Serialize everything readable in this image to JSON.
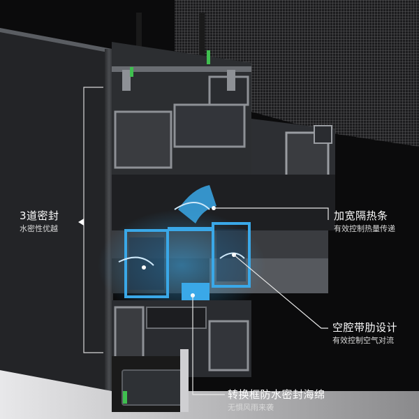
{
  "callouts": {
    "seal": {
      "title": "3道密封",
      "subtitle": "水密性优越"
    },
    "strip": {
      "title": "加宽隔热条",
      "subtitle": "有效控制热量传递"
    },
    "cavity": {
      "title": "空腔带肋设计",
      "subtitle": "有效控制空气对流"
    },
    "sponge": {
      "title": "转换框防水密封海绵",
      "subtitle": "无惧风雨来袭"
    }
  },
  "colors": {
    "background": "#0b0b0c",
    "aluminum_dark": "#3a3c40",
    "aluminum_light": "#8e9196",
    "thermal_strip": "#3aa8e8",
    "seal_green": "#3fbf4f",
    "label_text": "#ffffff"
  }
}
